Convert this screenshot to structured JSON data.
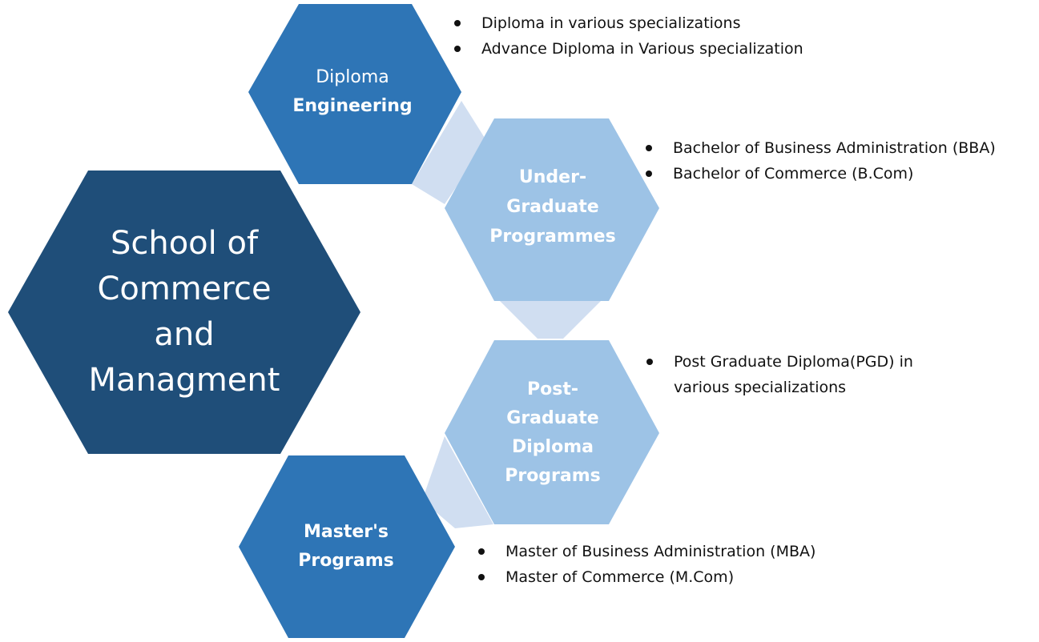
{
  "colors": {
    "center": "#1f4e79",
    "mid": "#2e75b6",
    "light": "#9dc3e6",
    "connector": "#d0def1",
    "text_dark": "#111111"
  },
  "center": {
    "lines": [
      "School of",
      "Commerce",
      "and",
      "Managment"
    ]
  },
  "nodes": {
    "diploma": {
      "lines": [
        "Diploma",
        "Engineering"
      ],
      "items": [
        "Diploma in various specializations",
        "Advance Diploma in Various specialization"
      ]
    },
    "ug": {
      "lines": [
        "Under-",
        "Graduate",
        "Programmes"
      ],
      "items": [
        "Bachelor of Business Administration (BBA)",
        "Bachelor of Commerce (B.Com)"
      ]
    },
    "pgd": {
      "lines": [
        "Post-",
        "Graduate",
        "Diploma",
        "Programs"
      ],
      "items": [
        "Post Graduate Diploma(PGD) in various specializations"
      ]
    },
    "masters": {
      "lines": [
        "Master's",
        "Programs"
      ],
      "items": [
        "Master of Business Administration (MBA)",
        "Master of Commerce (M.Com)"
      ]
    }
  }
}
